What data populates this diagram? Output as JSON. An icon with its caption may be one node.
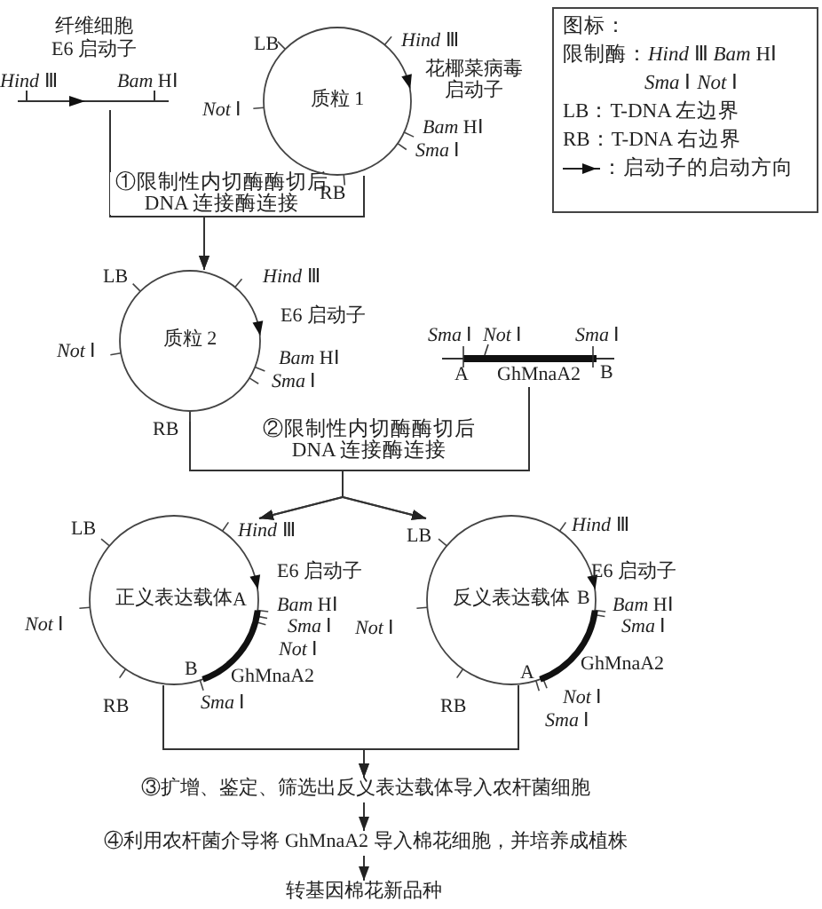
{
  "diagram": {
    "nodes": [
      {
        "text": [
          "纤维细胞E6 启动子"
        ]
      },
      {
        "text": [
          "质粒 1"
        ]
      },
      {
        "text": [
          "质粒 2"
        ]
      },
      {
        "text": [
          "GhMnaA2"
        ]
      },
      {
        "text": [
          "正义表达载体"
        ]
      },
      {
        "text": [
          "反义表达载体"
        ]
      },
      {
        "text": [
          "③扩增、鉴定、筛选出反义表达载体导入农杆菌细胞"
        ]
      },
      {
        "text": [
          "④利用农杆菌介导将 GhMnaA2 导入棉花细胞，并培养成植株"
        ]
      },
      {
        "text": [
          "转基因棉花新品种"
        ]
      }
    ],
    "edges": [
      {
        "from": 0,
        "to": 2,
        "arrow": "to",
        "label": "①限制性内切酶酶切后 DNA 连接酶连接"
      },
      {
        "from": 1,
        "to": 2,
        "arrow": "to"
      },
      {
        "from": 2,
        "to": 4,
        "arrow": "to",
        "label": "②限制性内切酶酶切后 DNA 连接酶连接"
      },
      {
        "from": 3,
        "to": 4,
        "arrow": "to"
      },
      {
        "from": 2,
        "to": 5,
        "arrow": "to"
      },
      {
        "from": 3,
        "to": 5,
        "arrow": "to"
      },
      {
        "from": 4,
        "to": 6,
        "arrow": "to"
      },
      {
        "from": 5,
        "to": 6,
        "arrow": "to"
      },
      {
        "from": 6,
        "to": 7,
        "arrow": "to"
      },
      {
        "from": 7,
        "to": 8,
        "arrow": "to"
      }
    ],
    "labels": [
      "*Hind* Ⅲ",
      "*Bam* HⅠ",
      "LB",
      "*Hind* Ⅲ",
      "花椰菜病毒启动子",
      "*Not* Ⅰ",
      "*Bam* HⅠ",
      "*Sma* Ⅰ",
      "RB",
      "图标：",
      "限制酶：*Hind* Ⅲ *Bam* HⅠ *Sma* Ⅰ *Not* Ⅰ",
      "LB：T-DNA 左边界",
      "RB：T-DNA 右边界",
      "LB",
      "*Hind* Ⅲ",
      "E6 启动子",
      "*Not* Ⅰ",
      "*Bam* HⅠ",
      "*Sma* Ⅰ",
      "RB",
      "*Sma* Ⅰ",
      "*Not* Ⅰ",
      "*Sma* Ⅰ",
      "A",
      "B",
      "LB",
      "*Hind* Ⅲ",
      "E6 启动子",
      "*Not* Ⅰ",
      "A",
      "*Bam* HⅠ",
      "*Sma* Ⅰ",
      "*Not* Ⅰ",
      "B",
      "GhMnaA2",
      "RB",
      "*Sma* Ⅰ",
      "LB",
      "*Hind* Ⅲ",
      "E6 启动子",
      "*Not* Ⅰ",
      "B",
      "*Bam* HⅠ",
      "*Sma* Ⅰ",
      "GhMnaA2",
      "A",
      "RB",
      "*Not* Ⅰ",
      "*Sma* Ⅰ"
    ],
    "legend": [
      {
        "text": "：启动子的启动方向"
      }
    ]
  }
}
